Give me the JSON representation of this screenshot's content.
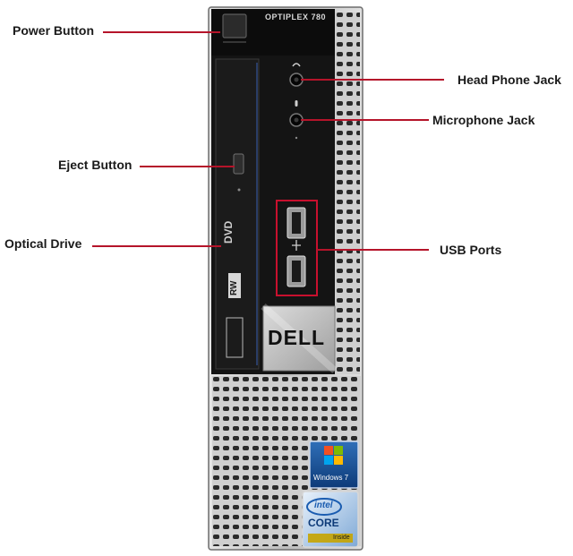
{
  "device": {
    "model_label": "OPTIPLEX 780",
    "brand_label": "DELL",
    "drive_logo_top": "DVD",
    "drive_logo_rw": "RW",
    "windows_badge": "Windows 7",
    "intel_brand": "intel",
    "intel_product": "CORE",
    "intel_suffix": "Inside"
  },
  "callouts": [
    {
      "id": "power",
      "label": "Power Button"
    },
    {
      "id": "eject",
      "label": "Eject Button"
    },
    {
      "id": "optical",
      "label": "Optical Drive"
    },
    {
      "id": "headphone",
      "label": "Head Phone Jack"
    },
    {
      "id": "microphone",
      "label": "Microphone Jack"
    },
    {
      "id": "usb",
      "label": "USB Ports"
    }
  ],
  "colors": {
    "callout_line": "#b5142a",
    "usb_highlight": "#c8102e",
    "panel_black": "#141414",
    "chassis_silver": "#c9c9c9"
  }
}
